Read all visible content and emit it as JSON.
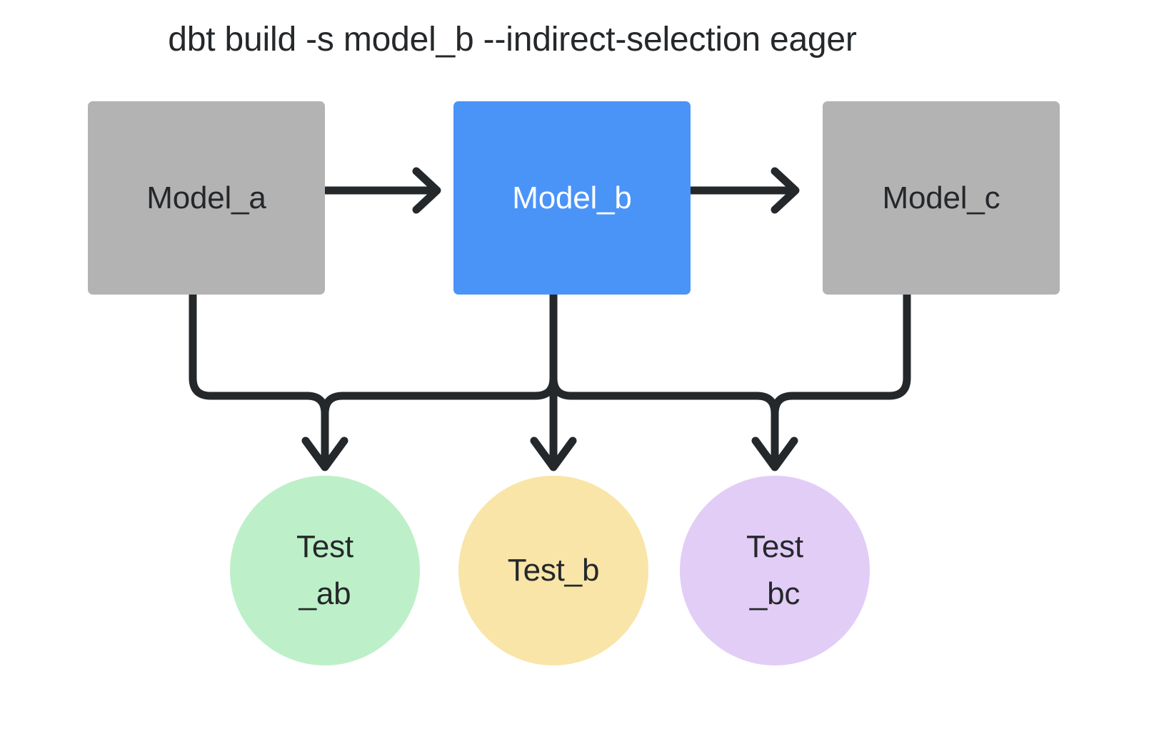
{
  "title": "dbt build -s model_b --indirect-selection eager",
  "colors": {
    "background": "#ffffff",
    "text_dark": "#25282b",
    "text_light": "#ffffff",
    "edge": "#25282b",
    "model_default": "#b3b3b3",
    "model_selected": "#4a94f8",
    "test_ab": "#bdf0c8",
    "test_b": "#f9e5a8",
    "test_bc": "#e2cdf7"
  },
  "models": [
    {
      "id": "model_a",
      "label": "Model_a",
      "fill": "#b3b3b3",
      "text_color": "#25282b",
      "selected": false
    },
    {
      "id": "model_b",
      "label": "Model_b",
      "fill": "#4a94f8",
      "text_color": "#ffffff",
      "selected": true
    },
    {
      "id": "model_c",
      "label": "Model_c",
      "fill": "#b3b3b3",
      "text_color": "#25282b",
      "selected": false
    }
  ],
  "tests": [
    {
      "id": "test_ab",
      "label": "Test_ab",
      "line1": "Test",
      "line2": "_ab",
      "fill": "#bdf0c8"
    },
    {
      "id": "test_b",
      "label": "Test_b",
      "line1": "Test_b",
      "line2": "",
      "fill": "#f9e5a8"
    },
    {
      "id": "test_bc",
      "label": "Test_bc",
      "line1": "Test",
      "line2": "_bc",
      "fill": "#e2cdf7"
    }
  ],
  "edges": [
    {
      "from": "model_a",
      "to": "model_b",
      "kind": "horizontal-arrow"
    },
    {
      "from": "model_b",
      "to": "model_c",
      "kind": "horizontal-arrow"
    },
    {
      "from": "model_a",
      "to": "test_ab",
      "kind": "elbow-arrow"
    },
    {
      "from": "model_b",
      "to": "test_ab",
      "kind": "elbow-arrow"
    },
    {
      "from": "model_b",
      "to": "test_b",
      "kind": "straight-arrow"
    },
    {
      "from": "model_b",
      "to": "test_bc",
      "kind": "elbow-arrow"
    },
    {
      "from": "model_c",
      "to": "test_bc",
      "kind": "elbow-arrow"
    }
  ]
}
